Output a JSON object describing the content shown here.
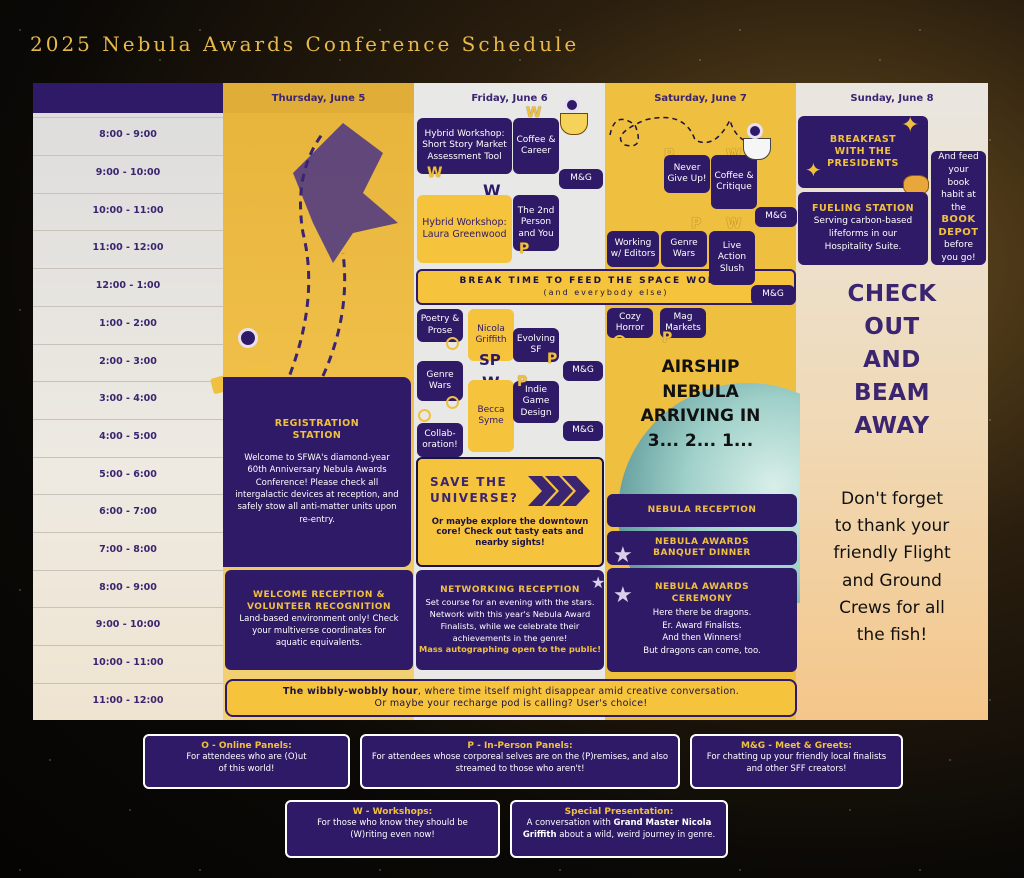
{
  "title": "2025 Nebula Awards Conference Schedule",
  "days": [
    {
      "label": "Thursday, June 5"
    },
    {
      "label": "Friday, June 6"
    },
    {
      "label": "Saturday, June 7"
    },
    {
      "label": "Sunday, June 8"
    }
  ],
  "times": [
    "8:00 - 9:00",
    "9:00 - 10:00",
    "10:00 - 11:00",
    "11:00 - 12:00",
    "12:00 - 1:00",
    "1:00 - 2:00",
    "2:00 - 3:00",
    "3:00 - 4:00",
    "4:00 - 5:00",
    "5:00 - 6:00",
    "6:00 - 7:00",
    "7:00 - 8:00",
    "8:00 - 9:00",
    "9:00 - 10:00",
    "10:00 - 11:00",
    "11:00 - 12:00"
  ],
  "thursday": {
    "registration": {
      "title_1": "REGISTRATION",
      "title_2": "STATION",
      "body": "Welcome to SFWA's diamond-year 60th Anniversary Nebula Awards Conference! Please check all intergalactic devices at reception, and safely stow all anti-matter units upon re-entry."
    },
    "welcome": {
      "title_1": "WELCOME RECEPTION &",
      "title_2": "VOLUNTEER RECOGNITION",
      "body": "Land-based environment only! Check your multiverse coordinates for aquatic equivalents."
    }
  },
  "friday": {
    "hybrid1": "Hybrid Workshop: Short Story Market Assessment Tool",
    "coffee_career": "Coffee & Career",
    "mg1": "M&G",
    "hybrid2": "Hybrid Workshop: Laura Greenwood",
    "second_person": "The 2nd Person and You",
    "poetry": "Poetry & Prose",
    "nicola": "Nicola Griffith",
    "evolving": "Evolving SF",
    "mg2": "M&G",
    "genre_wars": "Genre Wars",
    "becca": "Becca Syme",
    "indie": "Indie Game Design",
    "collab": "Collab-oration!",
    "mg3": "M&G",
    "save_title_1": "SAVE THE",
    "save_title_2": "UNIVERSE?",
    "save_body": "Or maybe explore the downtown core! Check out tasty eats and nearby sights!",
    "networking_title": "NETWORKING RECEPTION",
    "networking_body": "Set course for an evening with the stars. Network with this year's Nebula Award Finalists, while we celebrate their achievements in the genre!",
    "networking_highlight": "Mass autographing open to the public!"
  },
  "break": {
    "title": "BREAK TIME TO FEED THE SPACE WOMBATS",
    "subtitle": "(and everybody else)",
    "mg": "M&G"
  },
  "saturday": {
    "never_give_up": "Never Give Up!",
    "coffee_critique": "Coffee & Critique",
    "mg1": "M&G",
    "working_editors": "Working w/ Editors",
    "genre_wars": "Genre Wars",
    "live_action": "Live Action Slush",
    "cozy_horror": "Cozy Horror",
    "mag_markets": "Mag Markets",
    "airship": [
      "AIRSHIP",
      "NEBULA",
      "ARRIVING IN",
      "3... 2... 1..."
    ],
    "reception": "NEBULA RECEPTION",
    "banquet_1": "NEBULA AWARDS",
    "banquet_2": "BANQUET DINNER",
    "ceremony_1": "NEBULA AWARDS",
    "ceremony_2": "CEREMONY",
    "ceremony_body": [
      "Here there be dragons.",
      "Er. Award Finalists.",
      "And then Winners!",
      "But dragons can come, too."
    ]
  },
  "sunday": {
    "breakfast": [
      "BREAKFAST",
      "WITH THE",
      "PRESIDENTS"
    ],
    "fueling_title": "FUELING STATION",
    "fueling_body": "Serving carbon-based lifeforms in our Hospitality Suite.",
    "book_pre": "And feed your book habit at the",
    "book_hl": [
      "BOOK",
      "DEPOT"
    ],
    "book_post": "before you go!",
    "checkout": [
      "CHECK",
      "OUT",
      "AND",
      "BEAM",
      "AWAY"
    ],
    "note": [
      "Don't forget",
      "to thank your",
      "friendly Flight",
      "and Ground",
      "Crews for all",
      "the fish!"
    ]
  },
  "wibbly": {
    "bold": "The wibbly-wobbly hour",
    "rest": ", where time itself might disappear amid creative conversation.",
    "line2": "Or maybe your recharge pod is calling? User's choice!"
  },
  "tags": {
    "online": "O",
    "person": "P",
    "workshop": "W",
    "special": "SP"
  },
  "legend": [
    {
      "title": "O - Online Panels:",
      "body": "For attendees who are (O)ut of this world!"
    },
    {
      "title": "P - In-Person Panels:",
      "body": "For attendees whose corporeal selves are on the (P)remises, and also streamed to those who aren't!"
    },
    {
      "title": "M&G - Meet & Greets:",
      "body": "For chatting up your friendly local finalists and other SFF creators!"
    },
    {
      "title": "W - Workshops:",
      "body": "For those who know they should be (W)riting even now!"
    },
    {
      "title": "Special Presentation:",
      "body_pre": "A conversation with ",
      "body_bold": "Grand Master Nicola Griffith",
      "body_post": " about a wild, weird journey in genre."
    }
  ],
  "colors": {
    "purple": "#2f1a68",
    "gold": "#f0c040",
    "yellow": "#f6c33d"
  }
}
